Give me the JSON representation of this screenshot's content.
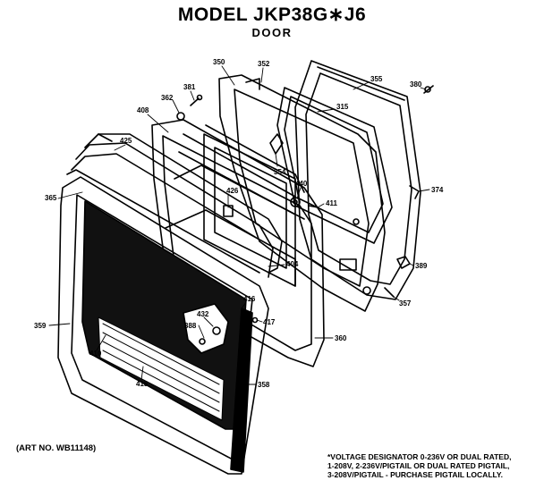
{
  "header": {
    "title": "MODEL JKP38G∗J6",
    "subtitle": "DOOR"
  },
  "footer": {
    "art_number": "(ART NO. WB11148)",
    "voltage_note": [
      "*VOLTAGE DESIGNATOR 0-236V OR DUAL RATED,",
      "1-208V, 2-236V/PIGTAIL OR DUAL RATED PIGTAIL,",
      "3-208V/PIGTAIL - PURCHASE PIGTAIL LOCALLY."
    ]
  },
  "part_labels": {
    "p350": "350",
    "p352": "352",
    "p355": "355",
    "p380": "380",
    "p381": "381",
    "p362": "362",
    "p315": "315",
    "p408": "408",
    "p425": "425",
    "p354": "354",
    "p374": "374",
    "p365": "365",
    "p426": "426",
    "p440": "440",
    "p411": "411",
    "p404": "404",
    "p389": "389",
    "p357": "357",
    "p416": "416",
    "p359": "359",
    "p432": "432",
    "p388": "388",
    "p417": "417",
    "p360": "360",
    "p410": "410",
    "p418": "418",
    "p358": "358"
  }
}
